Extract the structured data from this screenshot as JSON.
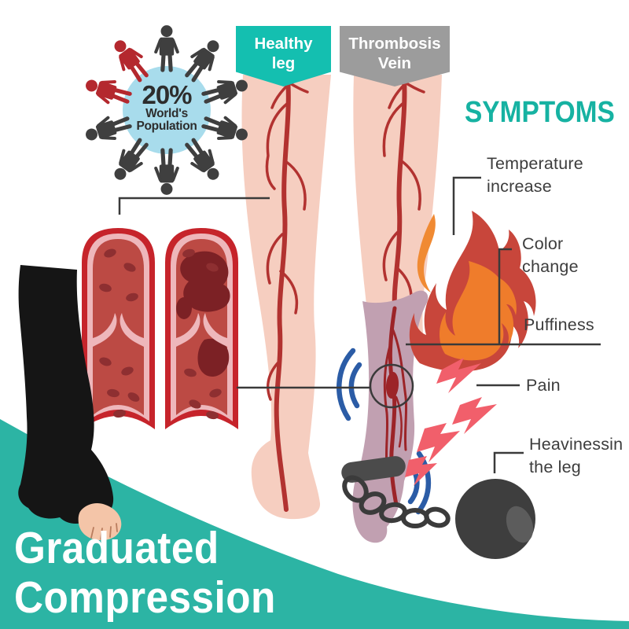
{
  "population_badge": {
    "percentage": "20%",
    "label_line1": "World's",
    "label_line2": "Population"
  },
  "population_wheel": {
    "count": 10,
    "red_positions": [
      8,
      9
    ]
  },
  "banners": {
    "healthy_line1": "Healthy",
    "healthy_line2": "leg",
    "thrombosis_line1": "Thrombosis",
    "thrombosis_line2": "Vein"
  },
  "symptoms": {
    "title": "SYMPTOMS",
    "temperature_line1": "Temperature",
    "temperature_line2": "increase",
    "color_line1": "Color",
    "color_line2": "change",
    "puffiness": "Puffiness",
    "pain": "Pain",
    "heaviness_line1": "Heavinessin",
    "heaviness_line2": "the leg"
  },
  "footer": {
    "title_line1": "Graduated",
    "title_line2": "Compression"
  },
  "colors": {
    "teal_band": "#2cb4a4",
    "healthy_banner": "#14bfb0",
    "thrombosis_banner": "#9c9c9c",
    "symptoms_title": "#16b2a2",
    "label_text": "#3d3d3d",
    "annotation_line": "#3a3a3a",
    "skin": "#f6cec0",
    "vein_red": "#b23230",
    "dark_vein": "#9c2428",
    "swollen_leg": "#c1a0b1",
    "flame_red": "#c8463b",
    "flame_orange": "#ef7c2b",
    "flame_bright": "#f08a33",
    "pain_bolt": "#f15f6b",
    "vibration_blue": "#2b5ca6",
    "ball_gray": "#3e3e3e",
    "sock_black": "#151515",
    "toes_skin": "#f4c5a8",
    "population_circle": "#a8dcec",
    "figure_dark": "#3f3f3f",
    "figure_red": "#b4282e",
    "vessel_wall": "#c6242b",
    "vessel_lining": "#eeb7bb",
    "vessel_blood": "#bc4a44",
    "blood_cell": "#8e2f31",
    "clot": "#7c2125"
  }
}
